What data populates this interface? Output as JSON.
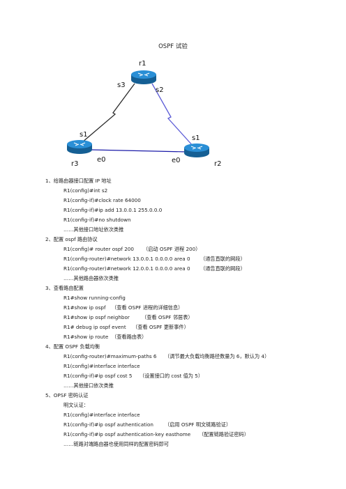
{
  "title": "OSPF 试验",
  "diagram": {
    "routers": {
      "r1": "r1",
      "r2": "r2",
      "r3": "r3"
    },
    "interfaces": {
      "r1_s3": "s3",
      "r1_s2": "s2",
      "r3_s1": "s1",
      "r3_e0": "e0",
      "r2_s1": "s1",
      "r2_e0": "e0"
    },
    "colors": {
      "router": "#1e7fc4",
      "serial_left": "#2b2b2b",
      "serial_right": "#5a5ad6",
      "ethernet": "#1a1aa8"
    }
  },
  "sections": [
    {
      "heading": "1、给路由器接口配置 IP 地址",
      "lines": [
        {
          "cmd": "R1(config)#int s2",
          "note": ""
        },
        {
          "cmd": "R1(config-if)#clock rate 64000",
          "note": ""
        },
        {
          "cmd": "R1(config-if)#ip add 13.0.0.1 255.0.0.0",
          "note": ""
        },
        {
          "cmd": "R1(config-if)#no shutdown",
          "note": ""
        },
        {
          "cmd": "……其他接口地址依次类推",
          "note": ""
        }
      ]
    },
    {
      "heading": "2、配置 ospf 路由协议",
      "lines": [
        {
          "cmd": "R1(config)# router ospf 200",
          "note": "（启动 OSPF 进程  200）"
        },
        {
          "cmd": "R1(config-router)#network 13.0.0.1 0.0.0.0 area 0",
          "note": "（通告直联的网段）"
        },
        {
          "cmd": "R1(config-router)#network 12.0.0.1 0.0.0.0 area 0",
          "note": "（通告直联的网段）"
        },
        {
          "cmd": "……其他路由器依次类推",
          "note": ""
        }
      ]
    },
    {
      "heading": "3、查看路由配置",
      "lines": [
        {
          "cmd": "R1#show running-config",
          "note": ""
        },
        {
          "cmd": "R1#show ip ospf",
          "note": "（查看 OSPF 进程的详细信息）"
        },
        {
          "cmd": "R1#show ip ospf neighbor",
          "note": "（查看 OSPF 邻居表）"
        },
        {
          "cmd": "R1# debug ip ospf event",
          "note": "（查看 OSPF 更新事件）"
        },
        {
          "cmd": "R1#show ip route",
          "note": "（查看路由表）"
        }
      ]
    },
    {
      "heading": "4、配置 OSPF 负载均衡",
      "lines": [
        {
          "cmd": "R1(config-router)#maximum-paths 6",
          "note": "（调节最大负载均衡路径数量为 6，默认为 4）"
        },
        {
          "cmd": "R1(config)#interface interface",
          "note": ""
        },
        {
          "cmd": "R1(config-if)#ip ospf cost 5",
          "note": "（设置接口的 cost 值为 5）"
        },
        {
          "cmd": "……其他接口依次类推",
          "note": ""
        }
      ]
    },
    {
      "heading": "5、OPSF 密码认证",
      "lines": [
        {
          "cmd": "明文认证：",
          "note": ""
        },
        {
          "cmd": "R1(config)#interface interface",
          "note": ""
        },
        {
          "cmd": "R1(config-if)#ip ospf authentication",
          "note": "（启用 OSPF 明文链路验证）"
        },
        {
          "cmd": "R1(config-if)#ip ospf authentication-key easthome",
          "note": "（配置链路验证密码）"
        },
        {
          "cmd": "……链路对端路由器也使用同样的配置密码即可",
          "note": ""
        }
      ]
    }
  ]
}
